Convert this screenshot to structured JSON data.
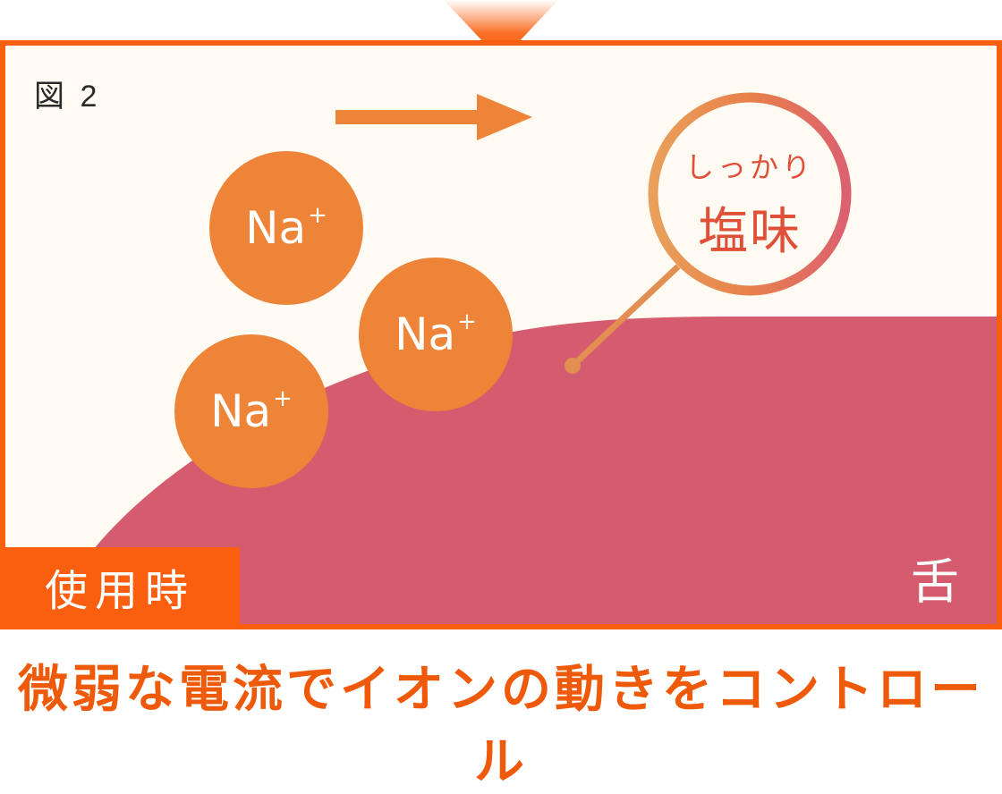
{
  "figure": {
    "label": "図 2",
    "mode_tag": "使用時",
    "tongue_label": "舌",
    "magnifier": {
      "line1": "しっかり",
      "line2": "塩味"
    },
    "ions": [
      {
        "symbol": "Na",
        "charge": "+"
      },
      {
        "symbol": "Na",
        "charge": "+"
      },
      {
        "symbol": "Na",
        "charge": "+"
      }
    ],
    "direction_arrow": "right-arrow-icon"
  },
  "caption": "微弱な電流でイオンの動きをコントロール",
  "colors": {
    "accent_orange": "#f95f0e",
    "ion_orange": "#ee8437",
    "tongue_pink": "#d55b6f",
    "background_cream": "#fffaf2",
    "magnifier_text": "#e05038",
    "caption_orange": "#ef5a0a"
  }
}
